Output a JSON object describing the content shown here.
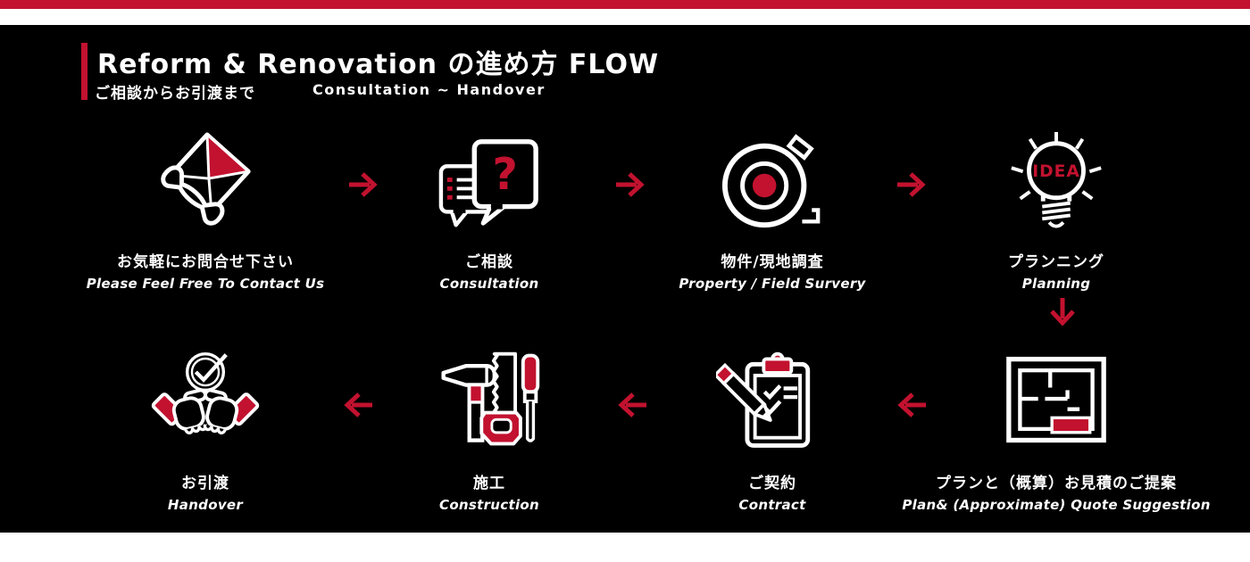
{
  "colors": {
    "accent_red": "#c2122f",
    "panel_background": "#000000",
    "page_background": "#ffffff",
    "text": "#ffffff"
  },
  "header": {
    "title": "Reform & Renovation の進め方 FLOW",
    "subtitle_ja": "ご相談からお引渡まで",
    "subtitle_en": "Consultation ~ Handover"
  },
  "steps": [
    {
      "icon": "phone-mail-icon",
      "label_ja": "お気軽にお問合せ下さい",
      "label_en": "Please Feel Free To Contact Us"
    },
    {
      "icon": "chat-question-icon",
      "icon_text": "?",
      "label_ja": "ご相談",
      "label_en": "Consultation"
    },
    {
      "icon": "tape-measure-icon",
      "label_ja": "物件/現地調査",
      "label_en": "Property / Field Survery"
    },
    {
      "icon": "idea-bulb-icon",
      "icon_text": "IDEA",
      "label_ja": "プランニング",
      "label_en": "Planning"
    },
    {
      "icon": "floor-plan-icon",
      "label_ja": "プランと（概算）お見積のご提案",
      "label_en": "Plan& (Approximate) Quote Suggestion"
    },
    {
      "icon": "contract-clipboard-icon",
      "label_ja": "ご契約",
      "label_en": "Contract"
    },
    {
      "icon": "construction-tools-icon",
      "label_ja": "施工",
      "label_en": "Construction"
    },
    {
      "icon": "handshake-icon",
      "label_ja": "お引渡",
      "label_en": "Handover"
    }
  ],
  "arrows": {
    "right": {
      "icon": "arrow-right-icon",
      "glyph": "→"
    },
    "down": {
      "icon": "arrow-down-icon",
      "glyph": "↓"
    },
    "left": {
      "icon": "arrow-left-icon",
      "glyph": "←"
    }
  }
}
